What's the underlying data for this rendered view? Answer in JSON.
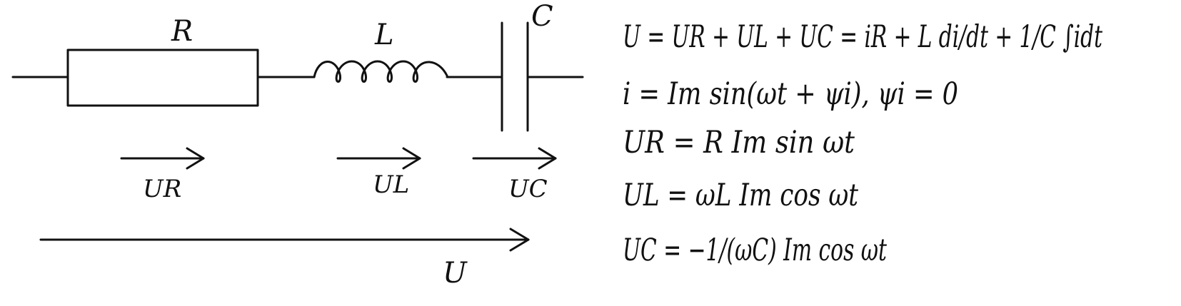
{
  "diagram": {
    "components": [
      {
        "id": "resistor",
        "label": "R"
      },
      {
        "id": "inductor",
        "label": "L"
      },
      {
        "id": "capacitor",
        "label": "C"
      }
    ],
    "voltage_labels": {
      "u_r": "UR",
      "u_l": "UL",
      "u_c": "UC",
      "u_total": "U"
    },
    "equations": [
      "U = UR + UL + UC = iR + L di/dt + 1/C ∫idt",
      "i = Im sin(ωt + ψi), ψi = 0",
      "UR = R Im sin ωt",
      "UL = ωL Im cos ωt",
      "UC = −1/(ωC) Im cos ωt"
    ]
  }
}
